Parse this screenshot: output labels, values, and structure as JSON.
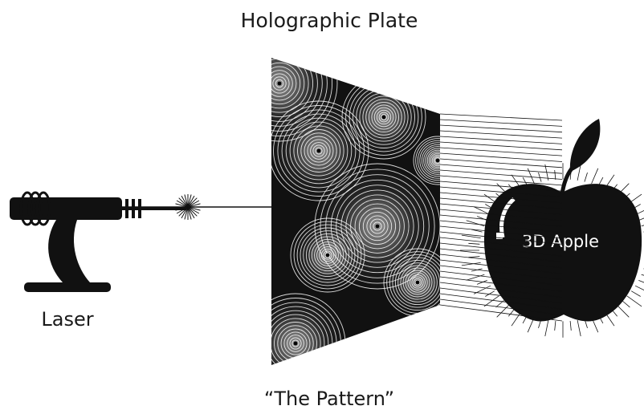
{
  "labels": {
    "title": "Holographic Plate",
    "laser": "Laser",
    "object": "3D Apple",
    "caption": "“The Pattern”"
  },
  "colors": {
    "ink": "#111111",
    "background": "#ffffff",
    "apple_text": "#ffffff"
  }
}
